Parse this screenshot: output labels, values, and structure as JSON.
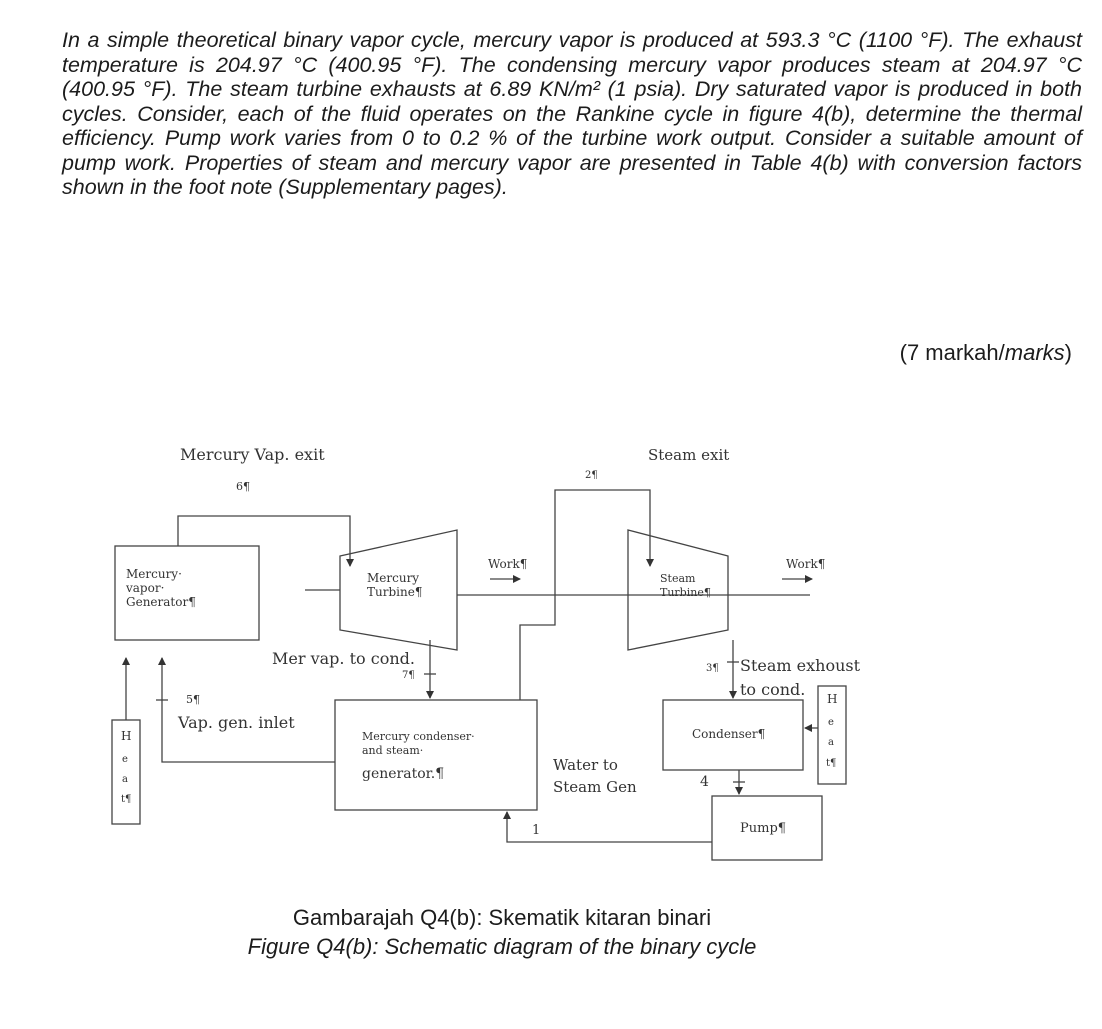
{
  "problem": {
    "text": "In a simple theoretical binary vapor cycle, mercury vapor is produced at 593.3 °C (1100 °F). The exhaust temperature is 204.97 °C (400.95 °F). The condensing mercury vapor produces steam at 204.97 °C (400.95 °F). The steam turbine exhausts at 6.89 KN/m² (1 psia). Dry saturated vapor is produced in both cycles. Consider, each of the fluid operates on the Rankine cycle in figure 4(b), determine the thermal efficiency. Pump work varies from 0 to 0.2 % of the turbine work output. Consider a suitable amount of pump work. Properties of steam and mercury vapor are presented in Table 4(b) with conversion factors shown in the foot note (Supplementary pages)."
  },
  "marks": {
    "prefix": "(7 markah/",
    "italic": "marks",
    "suffix": ")"
  },
  "diagram": {
    "mercury_vap_exit": "Mercury Vap. exit",
    "steam_exit": "Steam exit",
    "state_6": "6¶",
    "state_2": "2¶",
    "state_7": "7¶",
    "state_5": "5¶",
    "state_3": "3¶",
    "state_4": "4",
    "state_1": "1",
    "mercury_generator": [
      "Mercury·",
      "vapor·",
      "Generator¶"
    ],
    "mercury_turbine": [
      "Mercury",
      "Turbine¶"
    ],
    "work_left": "Work¶",
    "steam_turbine": [
      "Steam",
      "Turbine¶"
    ],
    "work_right": "Work¶",
    "mer_vap_to_cond": "Mer vap. to cond.",
    "steam_exhaust": [
      "Steam exhoust",
      "to cond."
    ],
    "vap_gen_inlet": "Vap. gen. inlet",
    "condenser_generator": [
      "Mercury condenser·",
      "and steam·",
      "generator.¶"
    ],
    "water_to_steam_gen": [
      "Water to",
      "Steam Gen"
    ],
    "condenser": "Condenser¶",
    "pump": "Pump¶",
    "heat_left": [
      "H",
      "e",
      "a",
      "t¶"
    ],
    "heat_right": [
      "H",
      "e",
      "a",
      "t¶"
    ]
  },
  "caption": {
    "malay": "Gambarajah Q4(b): Skematik kitaran binari",
    "english": "Figure Q4(b): Schematic diagram of the binary cycle"
  }
}
